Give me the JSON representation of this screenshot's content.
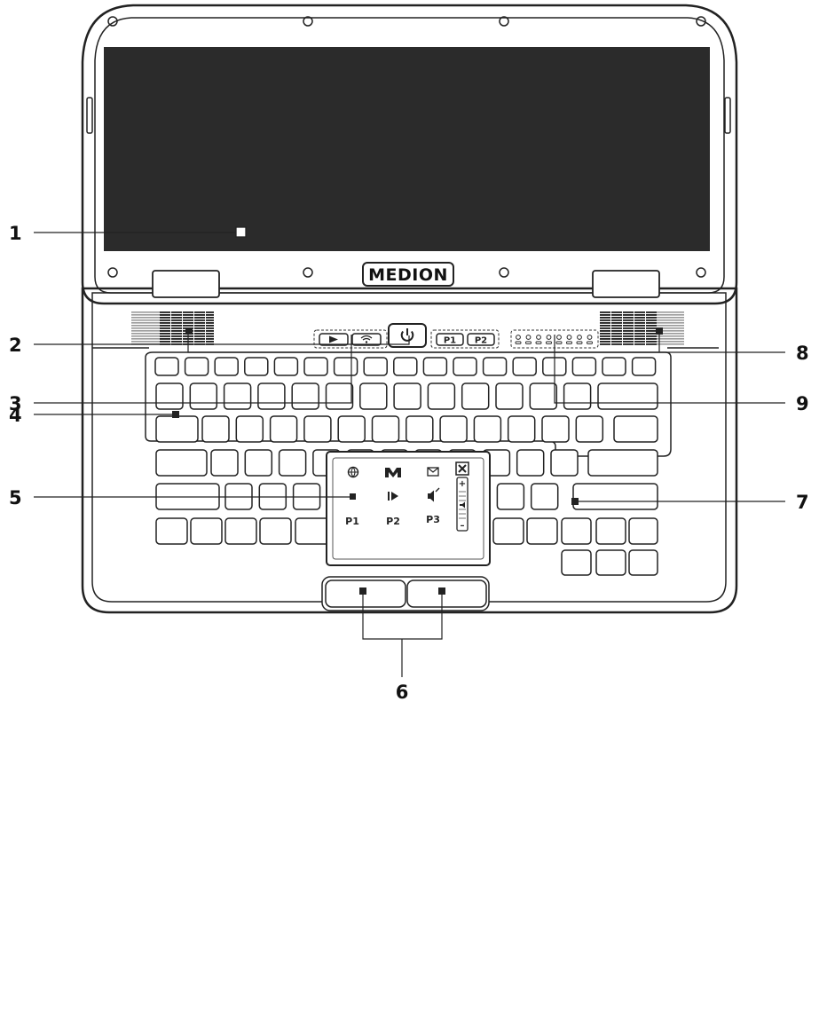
{
  "brand": {
    "logo_text": "MEDION"
  },
  "quick_buttons": {
    "p1_label": "P1",
    "p2_label": "P2"
  },
  "touchpad_panel": {
    "p1_label": "P1",
    "p2_label": "P2",
    "p3_label": "P3",
    "plus_label": "+",
    "minus_label": "–"
  },
  "callouts": [
    {
      "id": "display",
      "label": "1"
    },
    {
      "id": "power-button",
      "label": "2"
    },
    {
      "id": "quickstart-buttons",
      "label": "3"
    },
    {
      "id": "keyboard",
      "label": "4"
    },
    {
      "id": "touchpad",
      "label": "5"
    },
    {
      "id": "touchpad-buttons",
      "label": "6"
    },
    {
      "id": "palm-rest",
      "label": "7"
    },
    {
      "id": "speakers",
      "label": "8"
    },
    {
      "id": "status-indicators",
      "label": "9"
    }
  ]
}
